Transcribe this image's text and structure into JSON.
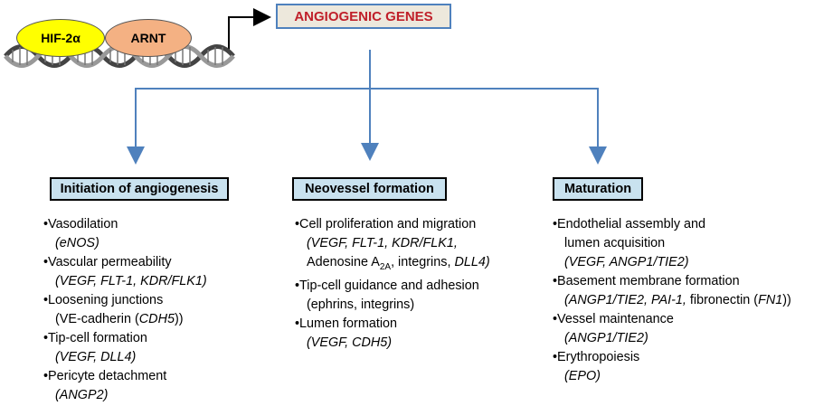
{
  "title": "ANGIOGENIC GENES",
  "proteins": {
    "hif": "HIF-2α",
    "arnt": "ARNT"
  },
  "columns": [
    {
      "header": "Initiation of angiogenesis",
      "lines": [
        {
          "t": "item",
          "text": "Vasodilation"
        },
        {
          "t": "sub",
          "it": "(eNOS)"
        },
        {
          "t": "item",
          "text": "Vascular permeability"
        },
        {
          "t": "sub",
          "it": "(VEGF, FLT-1, KDR/FLK1)"
        },
        {
          "t": "item",
          "text": "Loosening junctions"
        },
        {
          "t": "sub",
          "pre": "(VE-cadherin (",
          "it": "CDH5",
          "post": "))"
        },
        {
          "t": "item",
          "text": "Tip-cell formation"
        },
        {
          "t": "sub",
          "it": "(VEGF, DLL4)"
        },
        {
          "t": "item",
          "text": "Pericyte detachment"
        },
        {
          "t": "sub",
          "it": "(ANGP2)"
        }
      ]
    },
    {
      "header": "Neovessel formation",
      "lines": [
        {
          "t": "item",
          "text": "Cell proliferation and migration"
        },
        {
          "t": "sub",
          "it": "(VEGF, FLT-1, KDR/FLK1,"
        },
        {
          "t": "sub",
          "pre": "Adenosine A",
          "subscript": "2A",
          "mid": ", integrins, ",
          "it": "DLL4)"
        },
        {
          "t": "item",
          "text": "Tip-cell guidance and adhesion"
        },
        {
          "t": "sub",
          "pre": "(ephrins, integrins)"
        },
        {
          "t": "item",
          "text": "Lumen formation"
        },
        {
          "t": "sub",
          "it": "(VEGF, CDH5)"
        }
      ]
    },
    {
      "header": "Maturation",
      "lines": [
        {
          "t": "item",
          "text": "Endothelial assembly and"
        },
        {
          "t": "sub",
          "pre": "lumen acquisition"
        },
        {
          "t": "sub",
          "it": "(VEGF, ANGP1/TIE2)"
        },
        {
          "t": "item",
          "text": "Basement membrane formation"
        },
        {
          "t": "sub",
          "it": "(ANGP1/TIE2, PAI-1,",
          "post": " fibronectin (",
          "it2": "FN1",
          "post2": "))"
        },
        {
          "t": "item",
          "text": "Vessel maintenance"
        },
        {
          "t": "sub",
          "it": "(ANGP1/TIE2)"
        },
        {
          "t": "item",
          "text": "Erythropoiesis"
        },
        {
          "t": "sub",
          "it": "(EPO)"
        }
      ]
    }
  ],
  "colors": {
    "title_text": "#c0202a",
    "arrow": "#4f81bd",
    "header_fill": "#c9e2ef",
    "hif_fill": "#ffff00",
    "arnt_fill": "#f4b183"
  }
}
